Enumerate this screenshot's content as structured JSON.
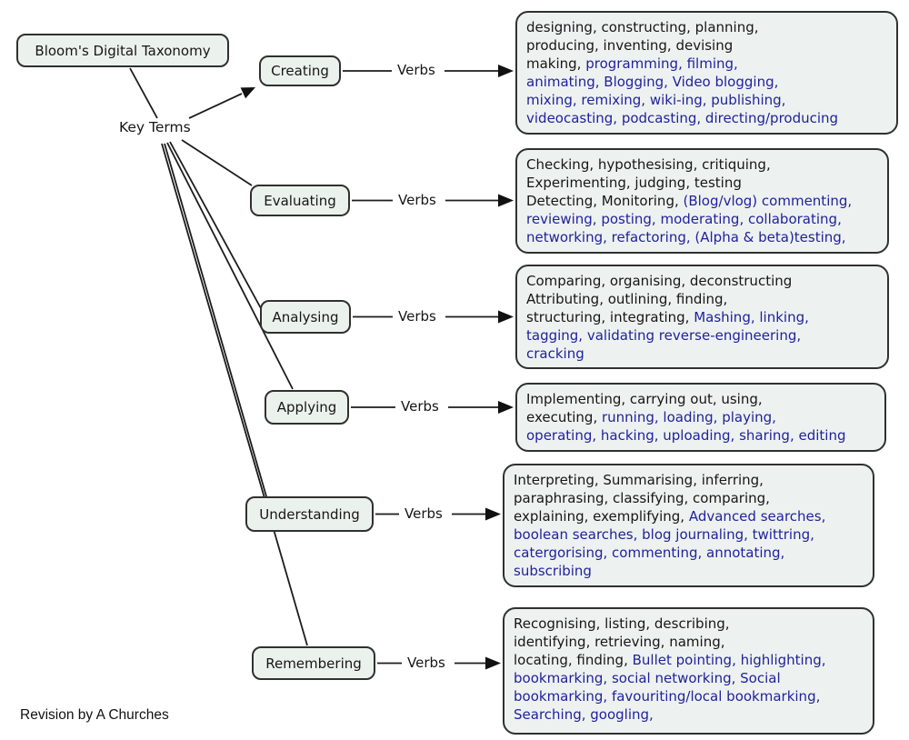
{
  "title": "Bloom's Digital Taxonomy",
  "root_label": "Key Terms",
  "footer": "Revision by A Churches",
  "colors": {
    "traditional_text": "#161616",
    "digital_blue": "#22229b",
    "node_fill": "#ebf2ee",
    "node_border": "#303030",
    "background": "#ffffff"
  },
  "levels": [
    {
      "key": "creating",
      "name": "Creating",
      "verbs_label": "Verbs",
      "lines": [
        [
          {
            "text": "designing, constructing, planning,",
            "color": "black"
          }
        ],
        [
          {
            "text": "producing, inventing, devising",
            "color": "black"
          }
        ],
        [
          {
            "text": "making, ",
            "color": "black"
          },
          {
            "text": "programming, filming,",
            "color": "blue"
          }
        ],
        [
          {
            "text": "animating, Blogging, Video blogging,",
            "color": "blue"
          }
        ],
        [
          {
            "text": "mixing, remixing, wiki-ing, publishing,",
            "color": "blue"
          }
        ],
        [
          {
            "text": "videocasting, podcasting, directing/producing",
            "color": "blue"
          }
        ]
      ]
    },
    {
      "key": "evaluating",
      "name": "Evaluating",
      "verbs_label": "Verbs",
      "lines": [
        [
          {
            "text": "Checking, hypothesising, critiquing,",
            "color": "black"
          }
        ],
        [
          {
            "text": "Experimenting, judging, testing",
            "color": "black"
          }
        ],
        [
          {
            "text": "Detecting, Monitoring, ",
            "color": "black"
          },
          {
            "text": "(Blog/vlog) commenting,",
            "color": "blue"
          }
        ],
        [
          {
            "text": "reviewing, posting, moderating, collaborating,",
            "color": "blue"
          }
        ],
        [
          {
            "text": "networking, refactoring, (Alpha & beta)testing,",
            "color": "blue"
          }
        ]
      ]
    },
    {
      "key": "analysing",
      "name": "Analysing",
      "verbs_label": "Verbs",
      "lines": [
        [
          {
            "text": "Comparing, organising, deconstructing",
            "color": "black"
          }
        ],
        [
          {
            "text": "Attributing, outlining, finding,",
            "color": "black"
          }
        ],
        [
          {
            "text": "structuring, integrating, ",
            "color": "black"
          },
          {
            "text": "Mashing, linking,",
            "color": "blue"
          }
        ],
        [
          {
            "text": "tagging, validating reverse-engineering,",
            "color": "blue"
          }
        ],
        [
          {
            "text": "cracking",
            "color": "blue"
          }
        ]
      ]
    },
    {
      "key": "applying",
      "name": "Applying",
      "verbs_label": "Verbs",
      "lines": [
        [
          {
            "text": "Implementing, carrying out, using,",
            "color": "black"
          }
        ],
        [
          {
            "text": "executing, ",
            "color": "black"
          },
          {
            "text": "running, loading, playing,",
            "color": "blue"
          }
        ],
        [
          {
            "text": "operating, hacking, uploading, sharing, editing",
            "color": "blue"
          }
        ]
      ]
    },
    {
      "key": "understanding",
      "name": "Understanding",
      "verbs_label": "Verbs",
      "lines": [
        [
          {
            "text": "Interpreting, Summarising, inferring,",
            "color": "black"
          }
        ],
        [
          {
            "text": "paraphrasing, classifying, comparing,",
            "color": "black"
          }
        ],
        [
          {
            "text": "explaining, exemplifying, ",
            "color": "black"
          },
          {
            "text": "Advanced searches,",
            "color": "blue"
          }
        ],
        [
          {
            "text": "boolean searches, blog journaling, twittring,",
            "color": "blue"
          }
        ],
        [
          {
            "text": "catergorising, commenting, annotating,",
            "color": "blue"
          }
        ],
        [
          {
            "text": "subscribing",
            "color": "blue"
          }
        ]
      ]
    },
    {
      "key": "remembering",
      "name": "Remembering",
      "verbs_label": "Verbs",
      "lines": [
        [
          {
            "text": "Recognising, listing, describing,",
            "color": "black"
          }
        ],
        [
          {
            "text": "identifying, retrieving, naming,",
            "color": "black"
          }
        ],
        [
          {
            "text": "locating, finding, ",
            "color": "black"
          },
          {
            "text": "Bullet pointing, highlighting,",
            "color": "blue"
          }
        ],
        [
          {
            "text": "bookmarking, social networking, Social",
            "color": "blue"
          }
        ],
        [
          {
            "text": "bookmarking, favouriting/local bookmarking,",
            "color": "blue"
          }
        ],
        [
          {
            "text": "Searching, googling,",
            "color": "blue"
          }
        ]
      ]
    }
  ]
}
